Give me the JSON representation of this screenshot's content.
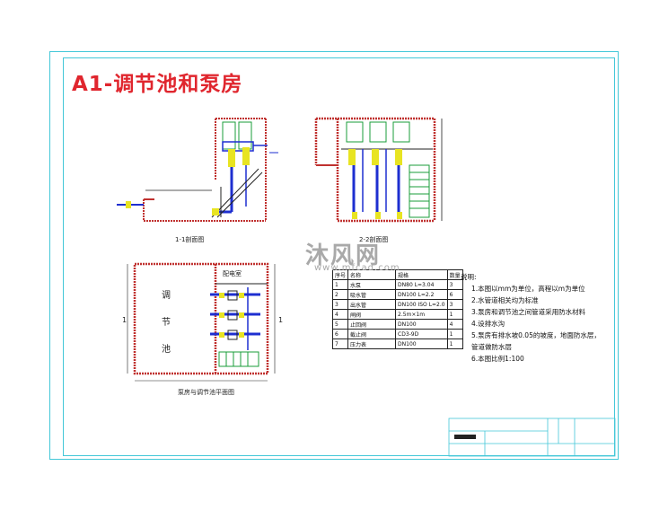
{
  "title": "A1-调节池和泵房",
  "drawing": {
    "section_label": "1-1剖面图",
    "section2_label": "2-2剖面图",
    "plan_label": "泵房与调节池平面图",
    "tank_chars": [
      "调",
      "节",
      "池"
    ],
    "room_label": "配电室",
    "side_label_left": "1",
    "side_label_right": "1"
  },
  "equipment_table": {
    "headers": [
      "序号",
      "名称",
      "规格",
      "数量"
    ],
    "rows": [
      {
        "no": "1",
        "name": "水泵",
        "spec": "DN80 L=3.04",
        "qty": "3"
      },
      {
        "no": "2",
        "name": "吸水管",
        "spec": "DN100 L=2.2",
        "qty": "6"
      },
      {
        "no": "3",
        "name": "出水管",
        "spec": "DN100 ISO L=2.0",
        "qty": "3"
      },
      {
        "no": "4",
        "name": "闸阀",
        "spec": "2.5m×1m",
        "qty": "1"
      },
      {
        "no": "5",
        "name": "止回阀",
        "spec": "DN100",
        "qty": "4"
      },
      {
        "no": "6",
        "name": "截止阀",
        "spec": "CD3-9D",
        "qty": "1"
      },
      {
        "no": "7",
        "name": "压力表",
        "spec": "DN100",
        "qty": "1"
      }
    ]
  },
  "notes": {
    "heading": "说明:",
    "items": [
      "1.本图以mm为单位，高程以m为单位",
      "2.水管道相关均为标准",
      "3.泵房和调节池之间管道采用防水材料",
      "4.设排水沟",
      "5.泵房有排水坡0.05的坡度，地面防水层，管道做防水层",
      "6.本图比例1:100"
    ]
  },
  "watermark": {
    "brand": "沐风网",
    "url": "www.mfcad.com"
  },
  "colors": {
    "frame": "#43c7d8",
    "title": "#e0262e",
    "wall": "#c0312f",
    "pipe": "#1e2fd0",
    "equipment": "#e8e422",
    "fill": "#1a9c3a"
  }
}
